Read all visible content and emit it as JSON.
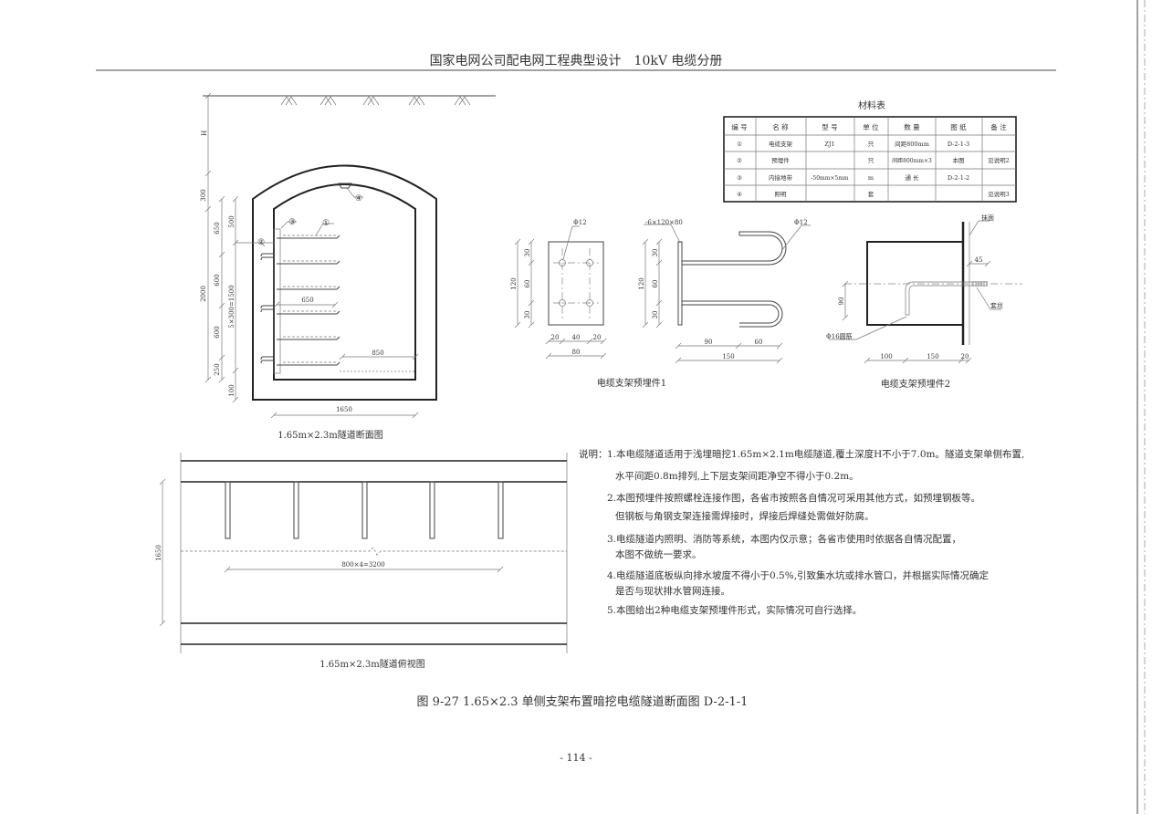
{
  "header": {
    "title": "国家电网公司配电网工程典型设计　10kV 电缆分册"
  },
  "section_view": {
    "title": "1.65m×2.3m隧道断面图",
    "dims": {
      "h": "H",
      "d300": "300",
      "d2000": "2000",
      "d650": "650",
      "d600a": "600",
      "d600b": "600",
      "d250": "250",
      "d100": "100",
      "d500": "500",
      "d1500": "5×300=1500",
      "w650": "650",
      "w850": "850",
      "w1650": "1650"
    },
    "callouts": {
      "c1": "①",
      "c2": "②",
      "c3": "③",
      "c4": "④"
    }
  },
  "material_table": {
    "title": "材料表",
    "headers": [
      "编 号",
      "名 称",
      "型 号",
      "单 位",
      "数 量",
      "图 纸",
      "备 注"
    ],
    "rows": [
      [
        "①",
        "电缆支架",
        "ZJ1",
        "只",
        "间距800mm",
        "D-2-1-3",
        ""
      ],
      [
        "②",
        "预埋件",
        "",
        "只",
        "间距800mm×3",
        "本图",
        "见说明2"
      ],
      [
        "③",
        "内接地带",
        "-50mm×5mm",
        "m",
        "通 长",
        "D-2-1-2",
        ""
      ],
      [
        "④",
        "照明",
        "",
        "套",
        "",
        "",
        "见说明3"
      ]
    ]
  },
  "detail1": {
    "title": "电缆支架预埋件1",
    "labels": {
      "phi12a": "Φ12",
      "plate": "-6×120×80",
      "phi12b": "Φ12"
    },
    "dims": {
      "h120": "120",
      "h30a": "30",
      "h60": "60",
      "h30b": "30",
      "w20a": "20",
      "w40": "40",
      "w20b": "20",
      "w80": "80",
      "s120": "120",
      "s30a": "30",
      "s60": "60",
      "s30b": "30",
      "l90": "90",
      "l60": "60",
      "l150": "150"
    }
  },
  "detail2": {
    "title": "电缆支架预埋件2",
    "labels": {
      "plaster": "抹面",
      "thread": "套丝",
      "bar": "Φ16圆筋"
    },
    "dims": {
      "d45": "45",
      "d90": "90",
      "d100": "100",
      "d150": "150",
      "d20": "20"
    }
  },
  "plan_view": {
    "title": "1.65m×2.3m隧道俯视图",
    "dims": {
      "w1650": "1650",
      "spacing": "800×4=3200"
    }
  },
  "notes": {
    "lead": "说明：",
    "lines": [
      "1.本电缆隧道适用于浅埋暗挖1.65m×2.1m电缆隧道,覆土深度H不小于7.0m。隧道支架单侧布置,",
      "水平间距0.8m排列,上下层支架间距净空不得小于0.2m。",
      "2.本图预埋件按照螺栓连接作图，各省市按照各自情况可采用其他方式，如预埋钢板等。",
      "但钢板与角钢支架连接需焊接时，焊接后焊缝处需做好防腐。",
      "3.电缆隧道内照明、消防等系统，本图内仅示意；各省市使用时依据各自情况配置，",
      "本图不做统一要求。",
      "4.电缆隧道底板纵向排水坡度不得小于0.5%,引致集水坑或排水管口，并根据实际情况确定",
      "是否与现状排水管网连接。",
      "5.本图给出2种电缆支架预埋件形式，实际情况可自行选择。"
    ]
  },
  "caption": "图 9-27  1.65×2.3 单侧支架布置暗挖电缆隧道断面图 D-2-1-1",
  "page_number": "- 114 -"
}
